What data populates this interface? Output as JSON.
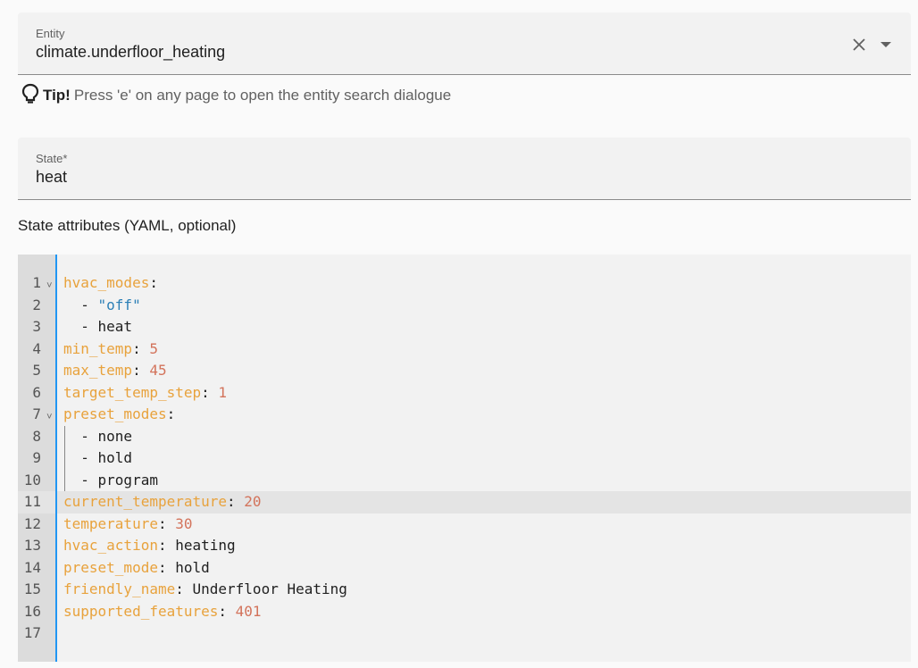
{
  "entity_field": {
    "label": "Entity",
    "value": "climate.underfloor_heating",
    "clear_icon": "close-icon",
    "dropdown_icon": "dropdown-arrow-icon"
  },
  "tip": {
    "icon": "lightbulb-icon",
    "bold": "Tip!",
    "text": "Press 'e' on any page to open the entity search dialogue"
  },
  "state_field": {
    "label": "State*",
    "value": "heat"
  },
  "attributes_label": "State attributes (YAML, optional)",
  "editor": {
    "colors": {
      "key": "#e8a23c",
      "number": "#d3735b",
      "string": "#2b7fb6",
      "active_line": "#e4e4e4",
      "cursor": "#2196f3"
    },
    "lines": [
      {
        "n": "1",
        "fold": true,
        "key": "hvac_modes",
        "rest": ":"
      },
      {
        "n": "2",
        "indent": "  ",
        "item": "- ",
        "str": "\"off\""
      },
      {
        "n": "3",
        "indent": "  ",
        "item": "- ",
        "plain": "heat"
      },
      {
        "n": "4",
        "key": "min_temp",
        "rest": ": ",
        "num": "5"
      },
      {
        "n": "5",
        "key": "max_temp",
        "rest": ": ",
        "num": "45"
      },
      {
        "n": "6",
        "key": "target_temp_step",
        "rest": ": ",
        "num": "1"
      },
      {
        "n": "7",
        "fold": true,
        "key": "preset_modes",
        "rest": ":"
      },
      {
        "n": "8",
        "guide": true,
        "indent": "  ",
        "item": "- ",
        "plain": "none"
      },
      {
        "n": "9",
        "guide": true,
        "indent": "  ",
        "item": "- ",
        "plain": "hold"
      },
      {
        "n": "10",
        "guide": true,
        "indent": "  ",
        "item": "- ",
        "plain": "program"
      },
      {
        "n": "11",
        "active": true,
        "key": "current_temperature",
        "rest": ": ",
        "num": "20"
      },
      {
        "n": "12",
        "key": "temperature",
        "rest": ": ",
        "num": "30"
      },
      {
        "n": "13",
        "key": "hvac_action",
        "rest": ": ",
        "plain": "heating"
      },
      {
        "n": "14",
        "key": "preset_mode",
        "rest": ": ",
        "plain": "hold"
      },
      {
        "n": "15",
        "key": "friendly_name",
        "rest": ": ",
        "plain": "Underfloor Heating"
      },
      {
        "n": "16",
        "key": "supported_features",
        "rest": ": ",
        "num": "401"
      },
      {
        "n": "17"
      }
    ]
  }
}
